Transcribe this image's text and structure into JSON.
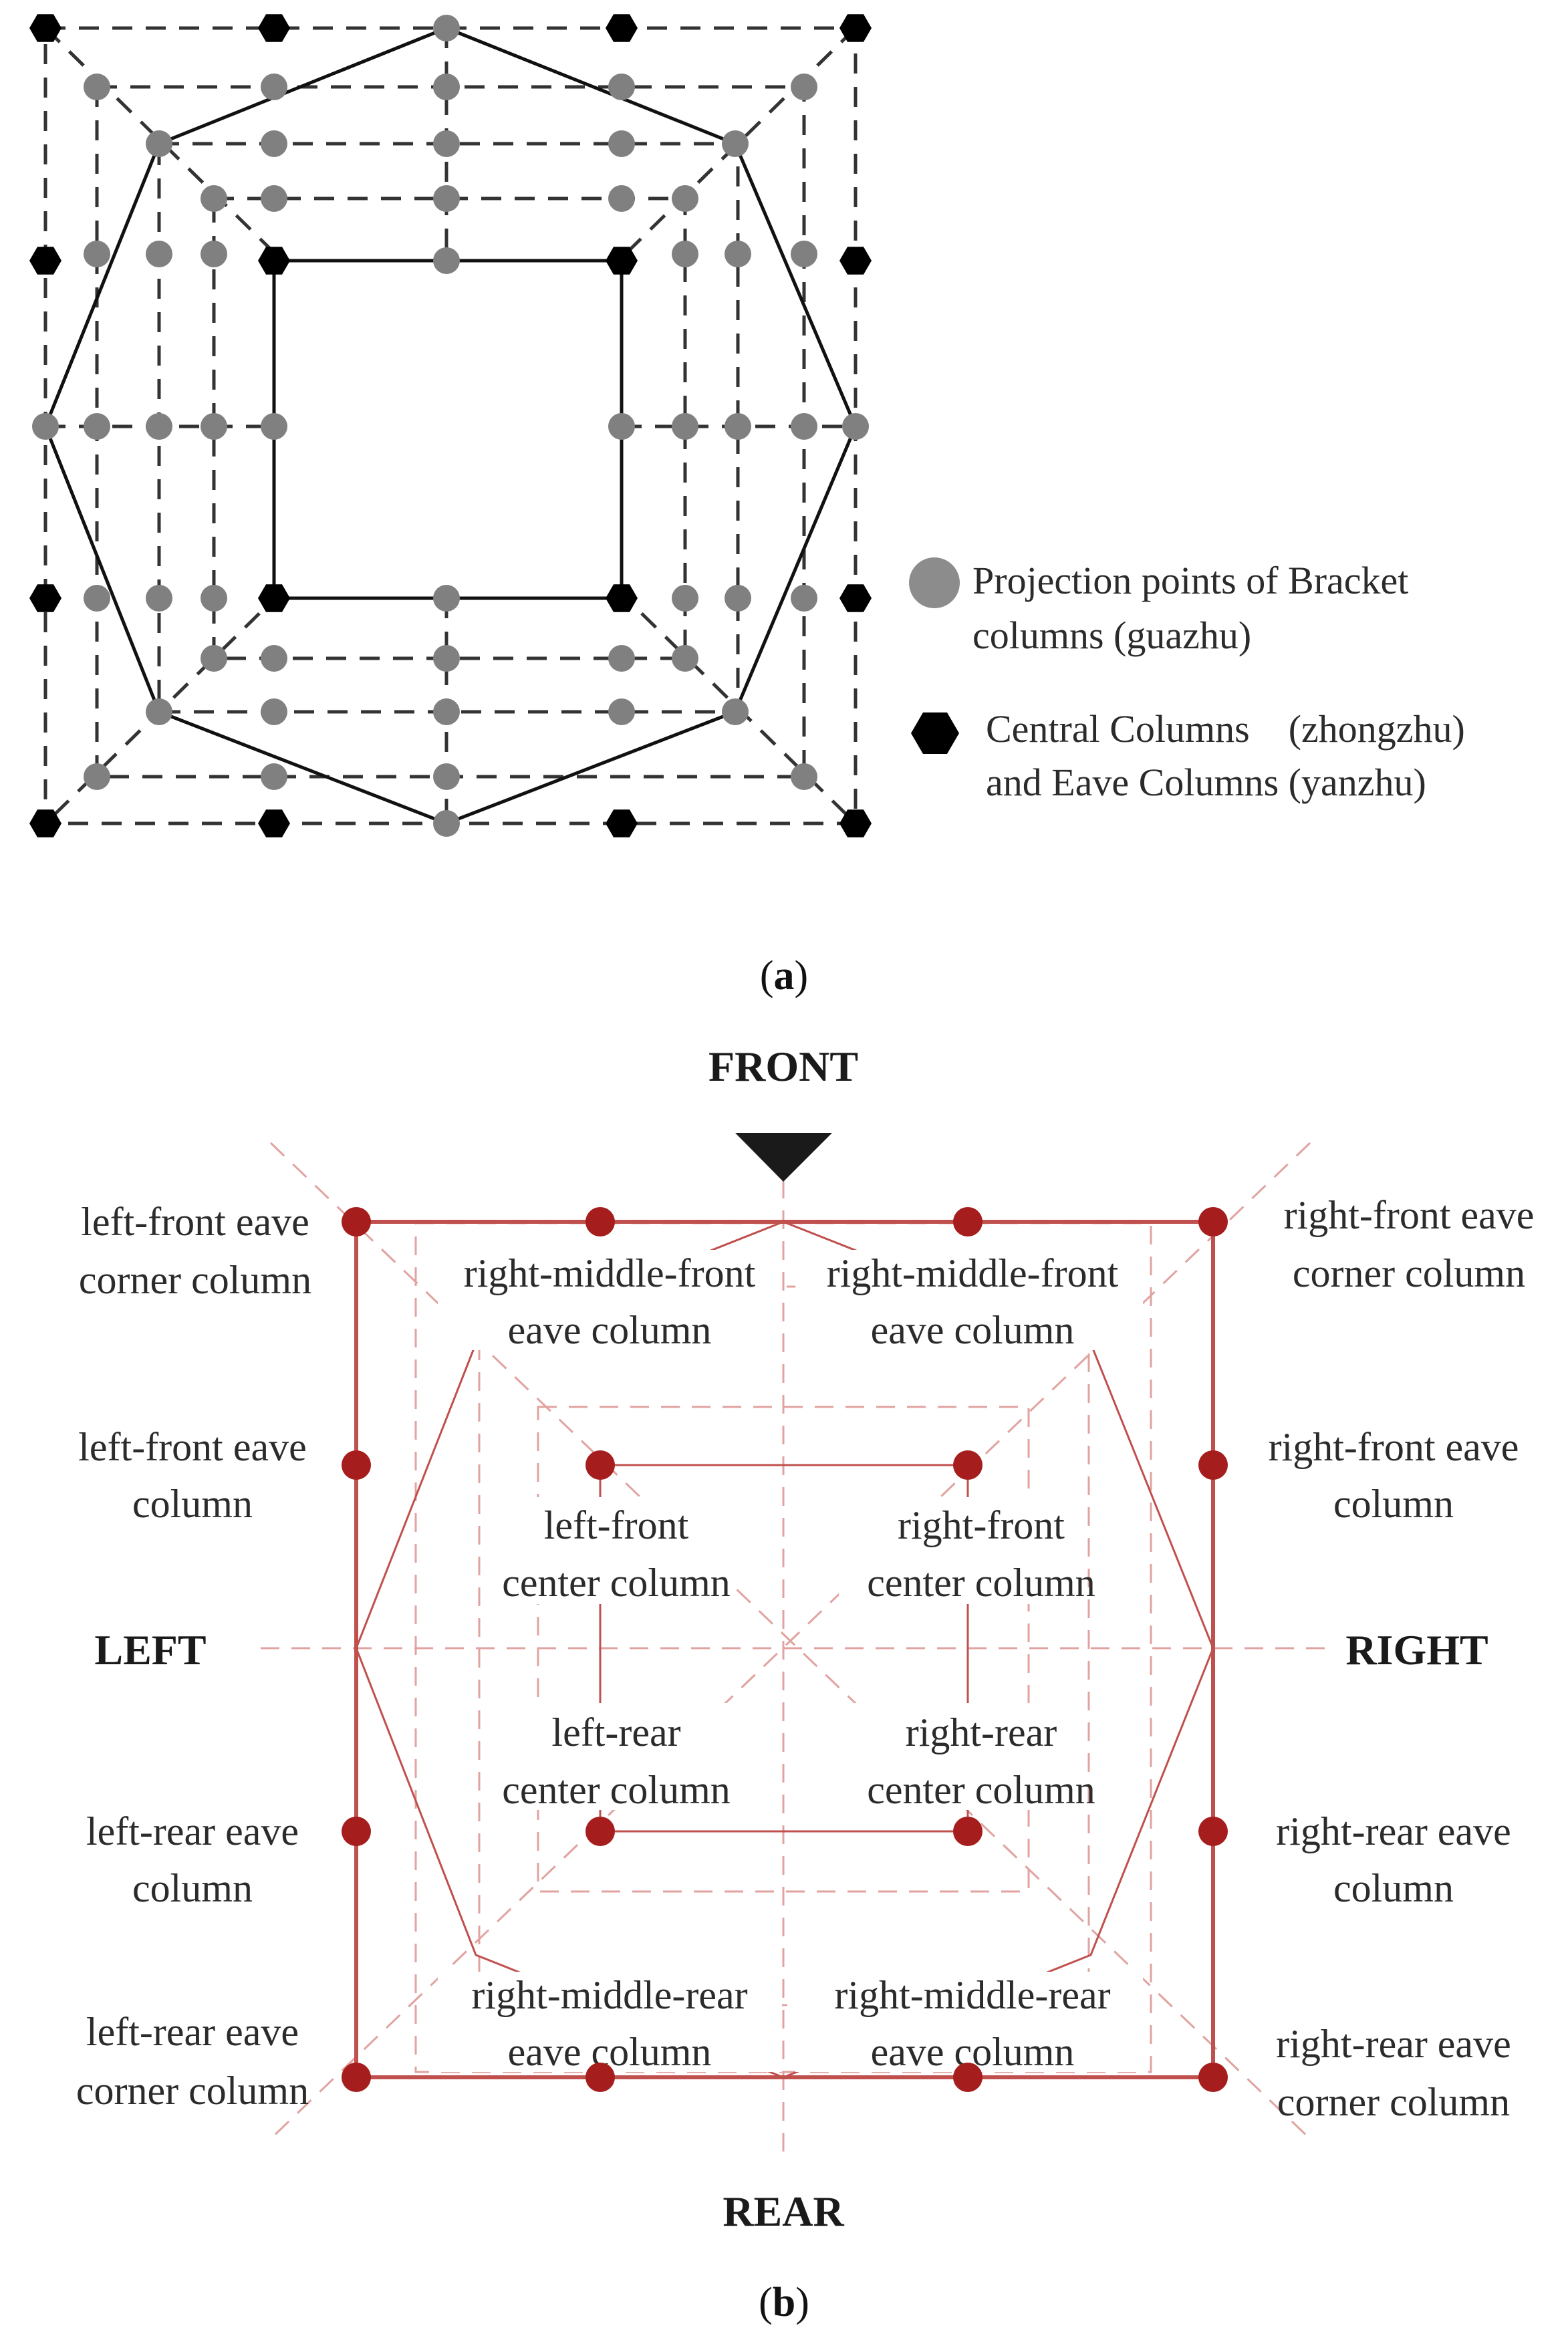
{
  "panel_a": {
    "legend": {
      "bracket_l1": "Projection points of Bracket",
      "bracket_l2": "columns (guazhu)",
      "central_l1": "Central Columns　(zhongzhu)",
      "central_l2": "and Eave Columns (yanzhu)"
    },
    "caption_open": "(",
    "caption_letter": "a",
    "caption_close": ")"
  },
  "panel_b": {
    "directions": {
      "front": "FRONT",
      "rear": "REAR",
      "left": "LEFT",
      "right": "RIGHT"
    },
    "labels": {
      "lf_corner_1": "left-front eave",
      "lf_corner_2": "corner column",
      "rf_corner_1": "right-front eave",
      "rf_corner_2": "corner column",
      "lf_eave_1": "left-front eave",
      "lf_eave_2": "column",
      "rf_eave_1": "right-front eave",
      "rf_eave_2": "column",
      "lr_eave_1": "left-rear eave",
      "lr_eave_2": "column",
      "rr_eave_1": "right-rear eave",
      "rr_eave_2": "column",
      "lr_corner_1": "left-rear  eave",
      "lr_corner_2": "corner  column",
      "rr_corner_1": "right-rear  eave",
      "rr_corner_2": "corner  column",
      "rmf_left_1": "right-middle-front",
      "rmf_left_2": "eave column",
      "rmf_right_1": "right-middle-front",
      "rmf_right_2": "eave column",
      "rmr_left_1": "right-middle-rear",
      "rmr_left_2": "eave column",
      "rmr_right_1": "right-middle-rear",
      "rmr_right_2": "eave column",
      "lf_center_1": "left-front",
      "lf_center_2": "center column",
      "rf_center_1": "right-front",
      "rf_center_2": "center column",
      "lr_center_1": "left-rear",
      "lr_center_2": "center column",
      "rr_center_1": "right-rear",
      "rr_center_2": "center column"
    },
    "caption_open": "(",
    "caption_letter": "b",
    "caption_close": ")"
  },
  "colors": {
    "grey_dot": "#808080",
    "black_marker": "#000000",
    "red_dot": "#a51d1d",
    "red_line": "#c0504d",
    "red_dash": "#e0a3a0"
  }
}
